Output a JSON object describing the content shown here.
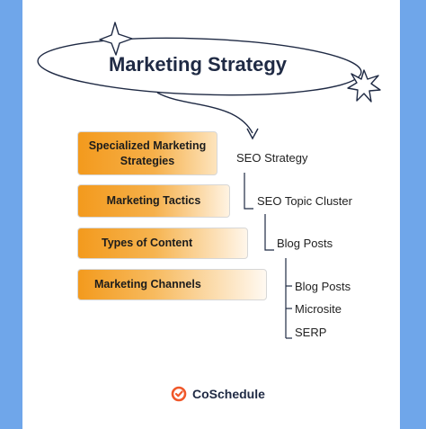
{
  "title": "Marketing Strategy",
  "levels": [
    {
      "label": "Specialized Marketing Strategies",
      "example": "SEO Strategy"
    },
    {
      "label": "Marketing Tactics",
      "example": "SEO Topic Cluster"
    },
    {
      "label": "Types of Content",
      "example": "Blog Posts"
    },
    {
      "label": "Marketing Channels",
      "examples": [
        "Blog Posts",
        "Microsite",
        "SERP"
      ]
    }
  ],
  "brand": {
    "name": "CoSchedule",
    "icon": "coschedule-logo-icon",
    "color": "#f0582a"
  },
  "colors": {
    "background": "#6fa6ea",
    "accent": "#f39a1d",
    "title": "#1f2a44"
  }
}
